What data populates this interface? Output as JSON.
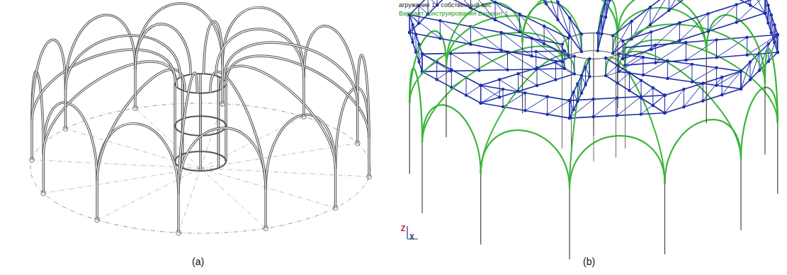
{
  "diagram": {
    "labels": [
      "(a)",
      "(b)",
      "агружение 1 - собственный вес",
      "Вариант конструирования Вариант 1",
      "Z",
      "X"
    ]
  }
}
